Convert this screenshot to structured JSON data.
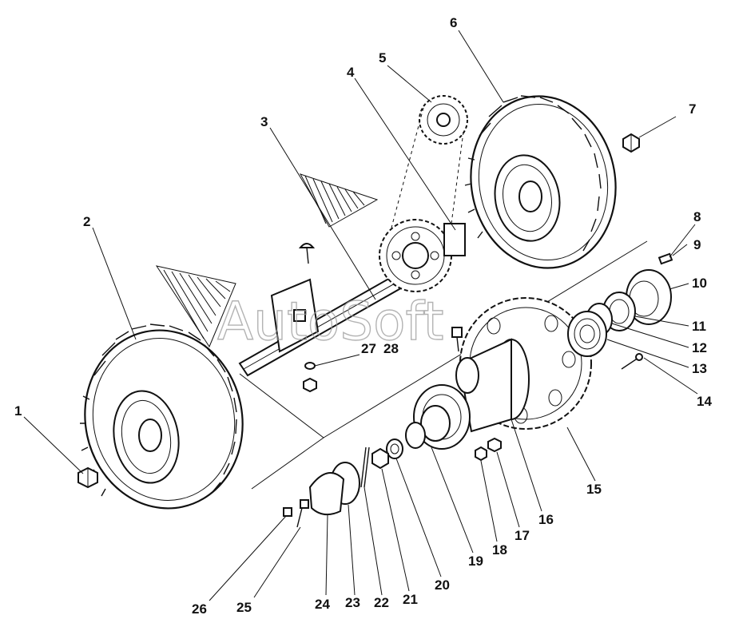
{
  "watermark": "AutoSoft",
  "callouts": [
    {
      "id": "1",
      "label": "1"
    },
    {
      "id": "2",
      "label": "2"
    },
    {
      "id": "3",
      "label": "3"
    },
    {
      "id": "4",
      "label": "4"
    },
    {
      "id": "5",
      "label": "5"
    },
    {
      "id": "6",
      "label": "6"
    },
    {
      "id": "7",
      "label": "7"
    },
    {
      "id": "8",
      "label": "8"
    },
    {
      "id": "9",
      "label": "9"
    },
    {
      "id": "10",
      "label": "10"
    },
    {
      "id": "11",
      "label": "11"
    },
    {
      "id": "12",
      "label": "12"
    },
    {
      "id": "13",
      "label": "13"
    },
    {
      "id": "14",
      "label": "14"
    },
    {
      "id": "15",
      "label": "15"
    },
    {
      "id": "16",
      "label": "16"
    },
    {
      "id": "17",
      "label": "17"
    },
    {
      "id": "18",
      "label": "18"
    },
    {
      "id": "19",
      "label": "19"
    },
    {
      "id": "20",
      "label": "20"
    },
    {
      "id": "21",
      "label": "21"
    },
    {
      "id": "22",
      "label": "22"
    },
    {
      "id": "23",
      "label": "23"
    },
    {
      "id": "24",
      "label": "24"
    },
    {
      "id": "25",
      "label": "25"
    },
    {
      "id": "26",
      "label": "26"
    },
    {
      "id": "27",
      "label": "27"
    },
    {
      "id": "28",
      "label": "28"
    }
  ],
  "colors": {
    "ink": "#111111",
    "paper": "#ffffff",
    "watermark": "#9a9a9a"
  }
}
